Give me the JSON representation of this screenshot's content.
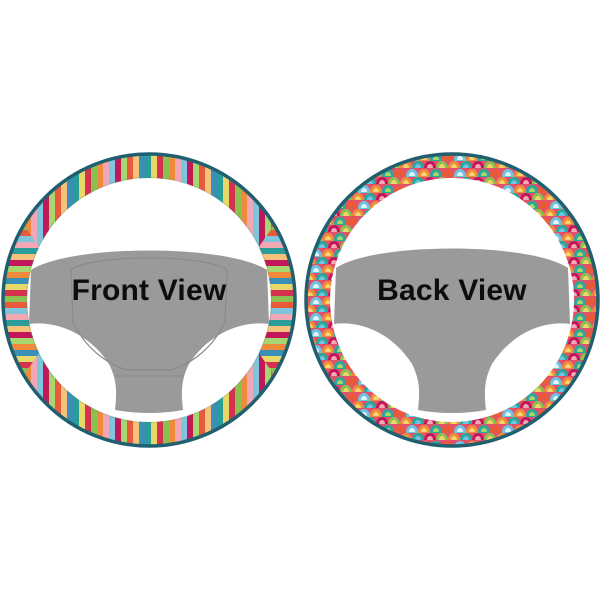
{
  "front": {
    "label": "Front View",
    "pattern": "vertical-stripes",
    "stripe_colors": [
      "#2a9d9a",
      "#e8d86a",
      "#d6314f",
      "#8cc152",
      "#f08a3c",
      "#f2a7b5",
      "#7fc5dc",
      "#c2185b",
      "#a5d66f",
      "#e85a3b",
      "#f5c27a",
      "#3a8fb7"
    ]
  },
  "back": {
    "label": "Back View",
    "pattern": "scalloped-scales",
    "scale_colors": [
      "#e0516b",
      "#f08a3c",
      "#2aa89a",
      "#f6d26a",
      "#8cc152",
      "#6ec3de",
      "#c2185b",
      "#f2a7b5"
    ]
  },
  "colors": {
    "rim": "#1f5f70",
    "hub": "#9a9a9a",
    "hub_shade": "#8e8e8e",
    "background": "#ffffff"
  }
}
